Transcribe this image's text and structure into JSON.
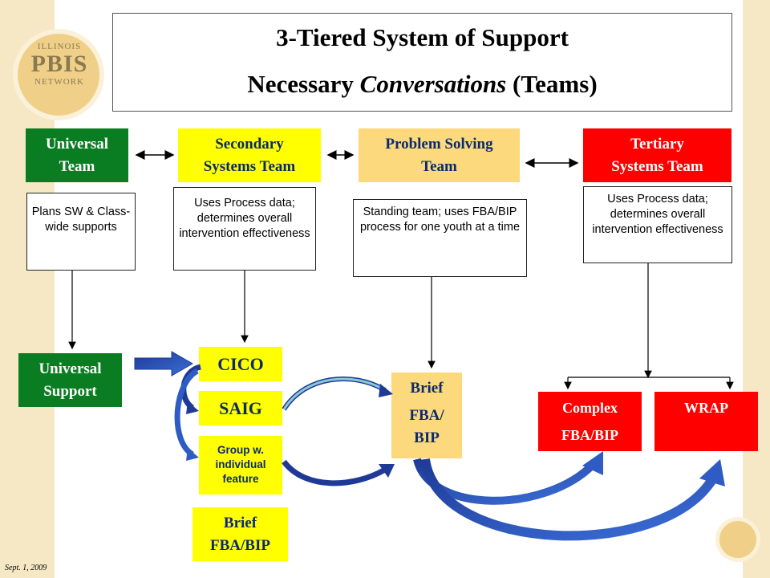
{
  "title": {
    "line1": "3-Tiered System of Support",
    "line2_prefix": "Necessary ",
    "line2_italic": "Conversations",
    "line2_suffix": " (Teams)"
  },
  "logo": {
    "top": "ILLINOIS",
    "middle": "PBIS",
    "bottom": "NETWORK"
  },
  "teams": {
    "universal": {
      "line1": "Universal",
      "line2": "Team"
    },
    "secondary": {
      "line1": "Secondary",
      "line2": "Systems Team"
    },
    "problem": {
      "line1": "Problem Solving",
      "line2": "Team"
    },
    "tertiary": {
      "line1": "Tertiary",
      "line2": "Systems Team"
    }
  },
  "descriptions": {
    "universal": "Plans SW & Class-wide supports",
    "secondary": "Uses Process data; determines overall intervention effectiveness",
    "problem": "Standing team; uses FBA/BIP process for one youth at a time",
    "tertiary": "Uses Process data; determines overall intervention effectiveness"
  },
  "supports": {
    "universal": {
      "line1": "Universal",
      "line2": "Support"
    },
    "cico": "CICO",
    "saig": "SAIG",
    "group": {
      "line1": "Group w.",
      "line2": "individual",
      "line3": "feature"
    },
    "brief_fba_bottom": {
      "line1": "Brief",
      "line2": "FBA/BIP"
    },
    "brief_fba_mid": {
      "line1": "Brief",
      "line2": "FBA/",
      "line3": "BIP"
    },
    "complex": {
      "line1": "Complex",
      "line2": "FBA/BIP"
    },
    "wrap": "WRAP"
  },
  "footer_date": "Sept. 1, 2009",
  "colors": {
    "green": "#0a7d23",
    "yellow": "#ffff00",
    "tan": "#fcd97c",
    "red": "#fe0000",
    "navy": "#0b2a6e"
  }
}
